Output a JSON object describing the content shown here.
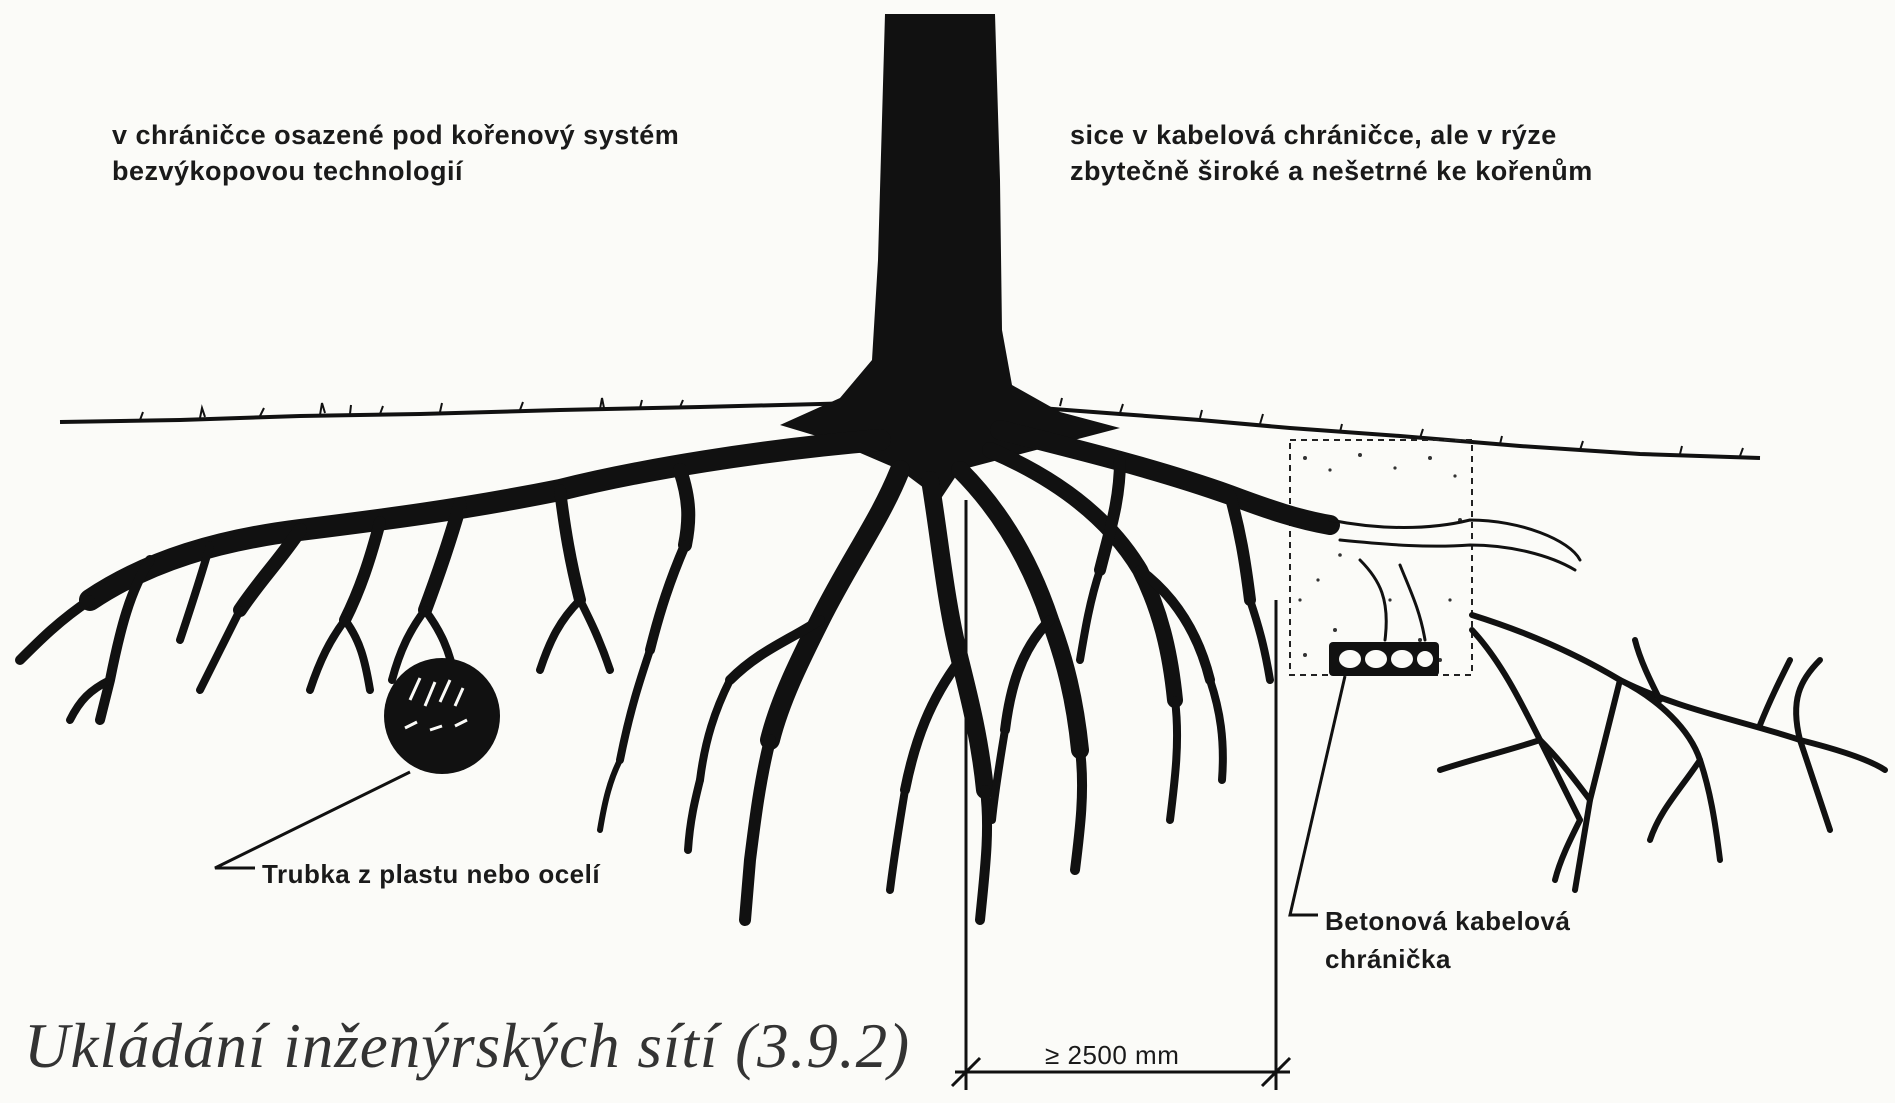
{
  "labels": {
    "left_top": [
      "v chráničce osazené pod kořenový systém",
      "bezvýkopovou technologií"
    ],
    "right_top": [
      "sice v kabelová chráničce, ale v rýze",
      "zbytečně široké a nešetrné ke kořenům"
    ],
    "pipe": "Trubka z plastu nebo ocelí",
    "concrete": [
      "Betonová kabelová",
      "chránička"
    ],
    "dimension": "≥ 2500 mm"
  },
  "caption": "Ukládání inženýrských sítí (3.9.2)",
  "colors": {
    "ink": "#111111",
    "background": "#fbfbf8",
    "caption": "#333333"
  }
}
